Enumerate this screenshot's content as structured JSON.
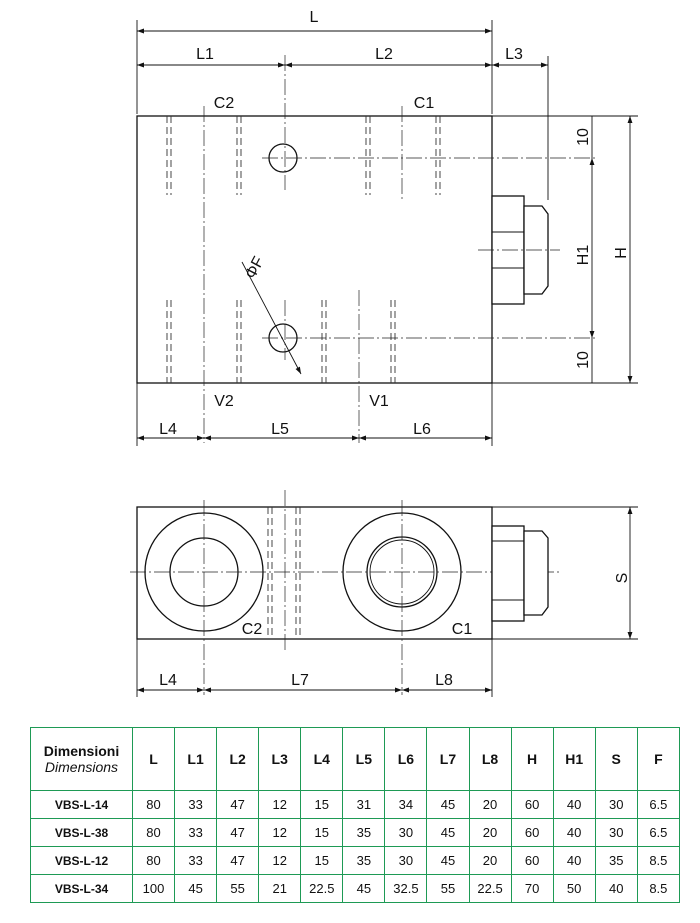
{
  "top_view": {
    "dims": {
      "L": "L",
      "L1": "L1",
      "L2": "L2",
      "L3": "L3",
      "L4": "L4",
      "L5": "L5",
      "L6": "L6",
      "H": "H",
      "H1": "H1",
      "ten_top": "10",
      "ten_bottom": "10",
      "phiF": "ΦF"
    },
    "ports": {
      "C2": "C2",
      "C1": "C1",
      "V2": "V2",
      "V1": "V1"
    }
  },
  "side_view": {
    "dims": {
      "L4": "L4",
      "L7": "L7",
      "L8": "L8",
      "S": "S"
    },
    "ports": {
      "C2": "C2",
      "C1": "C1"
    }
  },
  "table": {
    "header_main": "Dimensioni",
    "header_sub": "Dimensions",
    "columns": [
      "L",
      "L1",
      "L2",
      "L3",
      "L4",
      "L5",
      "L6",
      "L7",
      "L8",
      "H",
      "H1",
      "S",
      "F"
    ],
    "rows": [
      {
        "model": "VBS-L-14",
        "values": [
          "80",
          "33",
          "47",
          "12",
          "15",
          "31",
          "34",
          "45",
          "20",
          "60",
          "40",
          "30",
          "6.5"
        ]
      },
      {
        "model": "VBS-L-38",
        "values": [
          "80",
          "33",
          "47",
          "12",
          "15",
          "35",
          "30",
          "45",
          "20",
          "60",
          "40",
          "30",
          "6.5"
        ]
      },
      {
        "model": "VBS-L-12",
        "values": [
          "80",
          "33",
          "47",
          "12",
          "15",
          "35",
          "30",
          "45",
          "20",
          "60",
          "40",
          "35",
          "8.5"
        ]
      },
      {
        "model": "VBS-L-34",
        "values": [
          "100",
          "45",
          "55",
          "21",
          "22.5",
          "45",
          "32.5",
          "55",
          "22.5",
          "70",
          "50",
          "40",
          "8.5"
        ]
      }
    ]
  }
}
